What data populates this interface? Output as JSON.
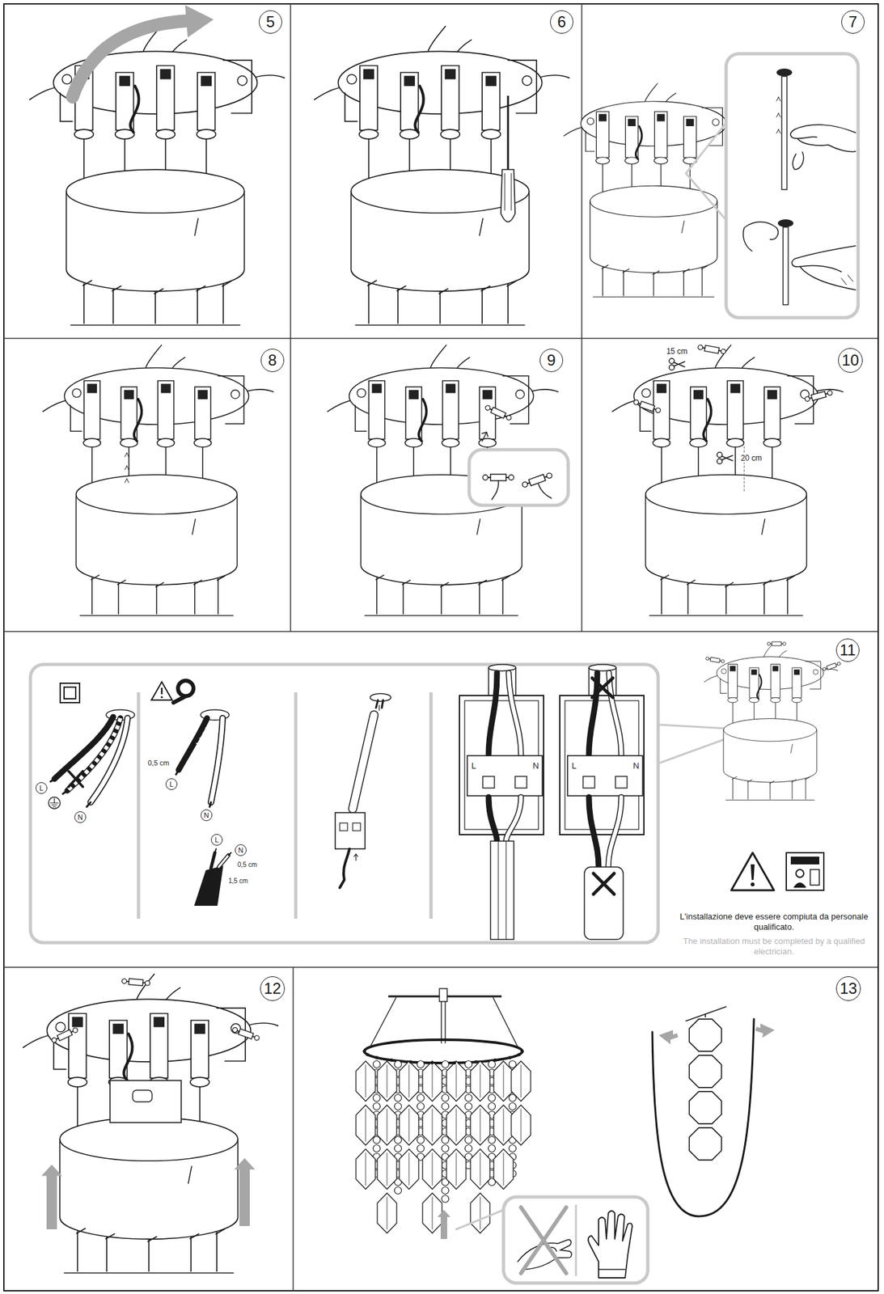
{
  "diagram": {
    "nodes": [
      {
        "text": [
          "5"
        ]
      },
      {
        "text": [
          "6"
        ]
      },
      {
        "text": [
          "7"
        ]
      },
      {
        "text": [
          "8"
        ]
      },
      {
        "text": [
          "9"
        ]
      },
      {
        "text": [
          "10"
        ]
      },
      {
        "text": [
          "11"
        ]
      },
      {
        "text": [
          "12"
        ]
      },
      {
        "text": [
          "13"
        ]
      },
      {
        "text": [
          "L"
        ]
      },
      {
        "text": [
          "N"
        ]
      },
      {
        "text": [
          "L"
        ]
      },
      {
        "text": [
          "N"
        ]
      },
      {
        "text": [
          "L"
        ]
      },
      {
        "text": [
          "N"
        ]
      }
    ],
    "labels": [
      "15 cm",
      "20 cm",
      "0,5 cm",
      "0,5 cm",
      "1,5 cm",
      "L",
      "N",
      "L",
      "N",
      "L'installazione deve essere compiuta da personale qualificato.",
      "The installation must be completed by a qualified electrician."
    ]
  }
}
